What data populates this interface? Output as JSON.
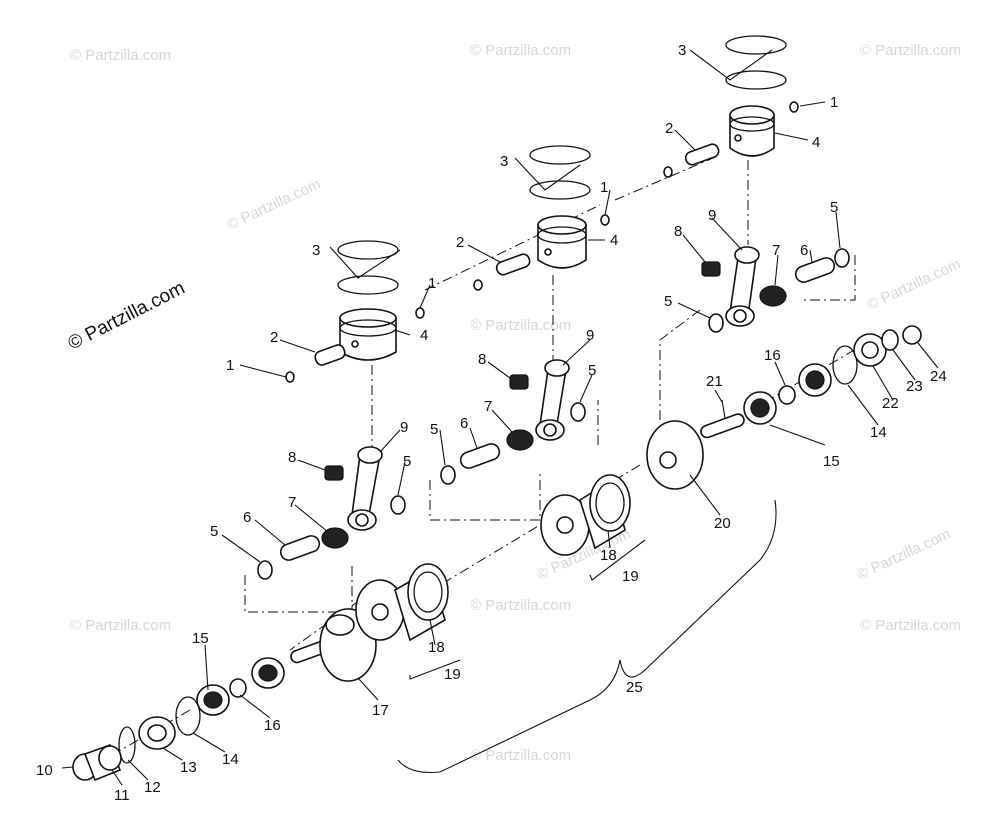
{
  "watermark": {
    "text": "© Partzilla.com",
    "color": "#d6d6d6"
  },
  "callouts": [
    "1",
    "1",
    "1",
    "1",
    "2",
    "2",
    "2",
    "3",
    "3",
    "3",
    "4",
    "4",
    "4",
    "5",
    "5",
    "5",
    "5",
    "5",
    "5",
    "6",
    "6",
    "6",
    "7",
    "7",
    "7",
    "8",
    "8",
    "8",
    "9",
    "9",
    "9",
    "10",
    "11",
    "12",
    "13",
    "14",
    "14",
    "15",
    "15",
    "16",
    "16",
    "17",
    "18",
    "18",
    "19",
    "19",
    "20",
    "21",
    "22",
    "23",
    "24",
    "25"
  ]
}
